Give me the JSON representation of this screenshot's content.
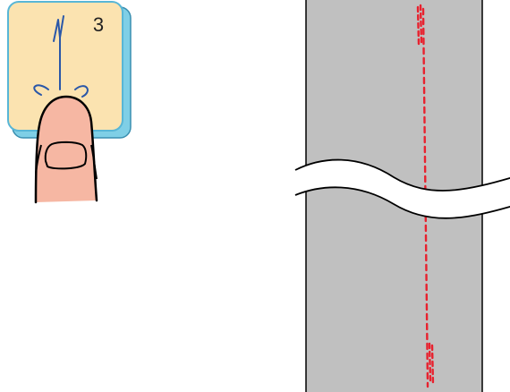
{
  "stitch_button": {
    "number": "3",
    "face_color": "#fbe3b0",
    "edge_color": "#7fcfe6",
    "icon": "straight-stitch-needle-icon"
  },
  "finger": {
    "icon": "pressing-finger-icon",
    "skin_color": "#f6b7a3",
    "outline_color": "#000000"
  },
  "fabric": {
    "color": "#c0c0c0",
    "break_icon": "wavy-break-icon"
  },
  "seam": {
    "color": "#e8212e",
    "style": "dashed",
    "backstitch_ends": [
      "top",
      "bottom"
    ]
  }
}
